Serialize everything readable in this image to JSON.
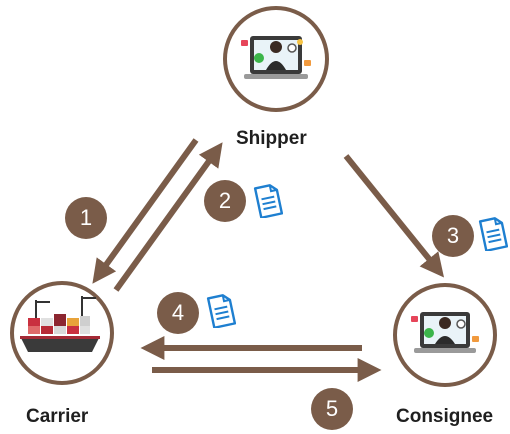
{
  "nodes": {
    "shipper": {
      "label": "Shipper"
    },
    "carrier": {
      "label": "Carrier"
    },
    "consignee": {
      "label": "Consignee"
    }
  },
  "steps": [
    "1",
    "2",
    "3",
    "4",
    "5"
  ],
  "colors": {
    "ring": "#7a5c49",
    "arrow": "#7a5c49",
    "badge": "#7a5c49",
    "doc_icon": "#1e7fd0"
  },
  "icons": {
    "shipper": "person-at-laptop-icon",
    "consignee": "person-at-laptop-icon",
    "carrier": "cargo-ship-icon",
    "document": "document-icon"
  }
}
